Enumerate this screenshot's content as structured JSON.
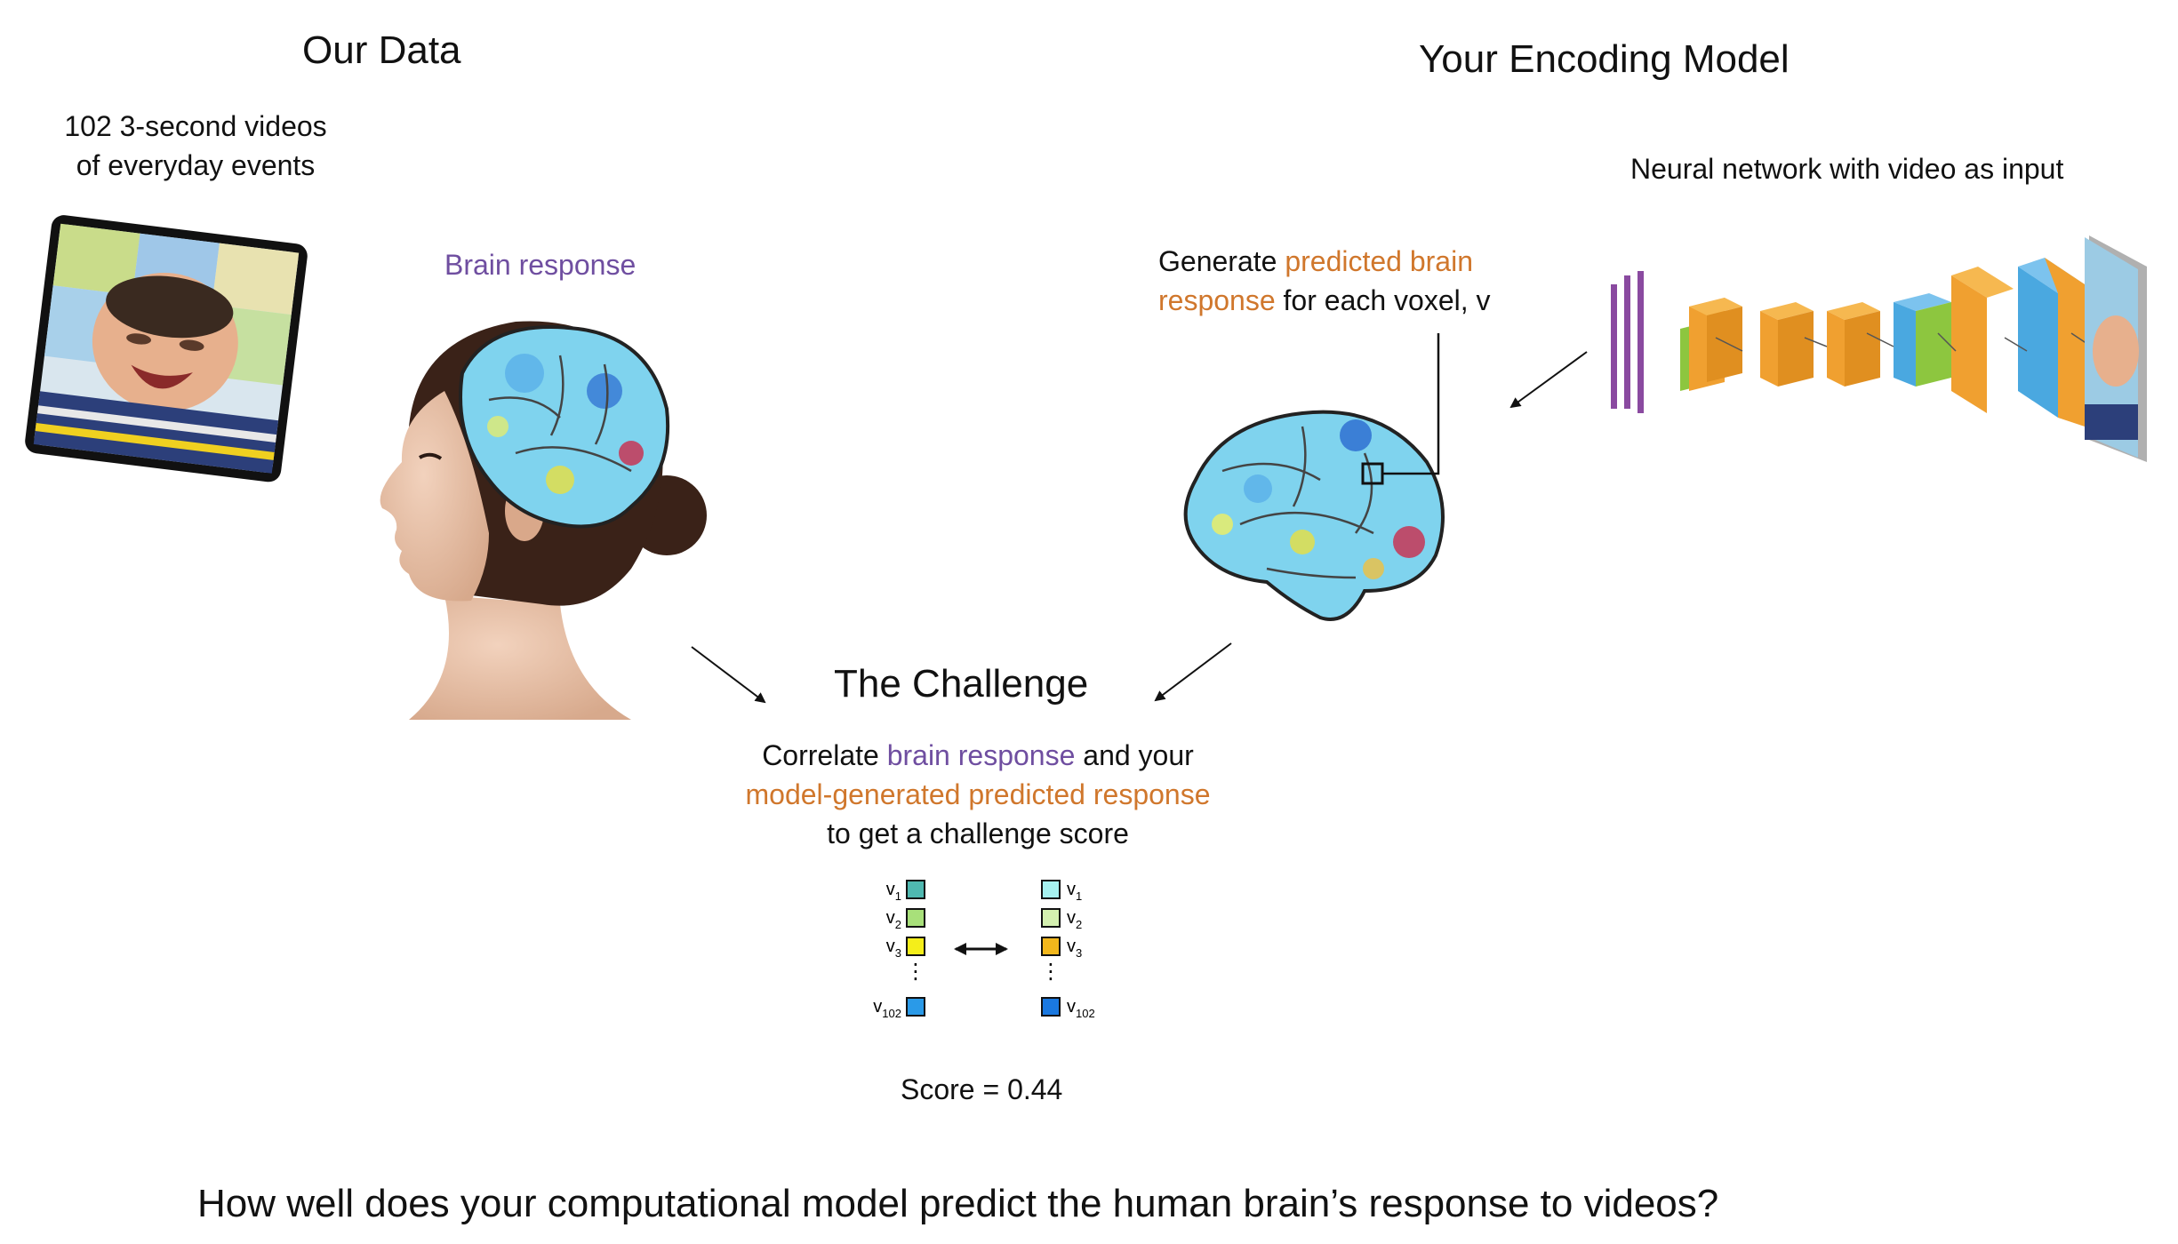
{
  "left": {
    "title": "Our Data",
    "videos_line1": "102 3-second videos",
    "videos_line2": "of everyday events",
    "brain_response_label": "Brain response"
  },
  "right": {
    "title": "Your Encoding Model",
    "network_label": "Neural network with video as input",
    "generate_prefix": "Generate ",
    "generate_highlight_1": "predicted brain",
    "generate_highlight_2": "response",
    "generate_suffix": " for each voxel, v"
  },
  "challenge": {
    "title": "The Challenge",
    "line1_prefix": "Correlate ",
    "line1_highlight": "brain response",
    "line1_suffix": " and your",
    "line2_highlight": "model-generated predicted response",
    "line3": "to get a challenge score",
    "score": "Score = 0.44",
    "left_voxels": [
      {
        "label": "v",
        "sub": "1",
        "color": "#4fb8b0"
      },
      {
        "label": "v",
        "sub": "2",
        "color": "#a8e07a"
      },
      {
        "label": "v",
        "sub": "3",
        "color": "#f4ee1a"
      },
      {
        "label": "v",
        "sub": "102",
        "color": "#2a9ae8"
      }
    ],
    "right_voxels": [
      {
        "label": "v",
        "sub": "1",
        "color": "#a6f2f0"
      },
      {
        "label": "v",
        "sub": "2",
        "color": "#d4f0b0"
      },
      {
        "label": "v",
        "sub": "3",
        "color": "#f2b71c"
      },
      {
        "label": "v",
        "sub": "102",
        "color": "#1a78e0"
      }
    ],
    "ellipsis": "⋮"
  },
  "question": "How well does your computational model predict the human brain’s response to videos?",
  "colors": {
    "purple": "#6f4ea0",
    "orange": "#d0772c",
    "layer_orange": "#f0a030",
    "layer_green": "#8dc63f",
    "layer_blue": "#4aa8e0",
    "layer_purple": "#8a4aa0"
  }
}
